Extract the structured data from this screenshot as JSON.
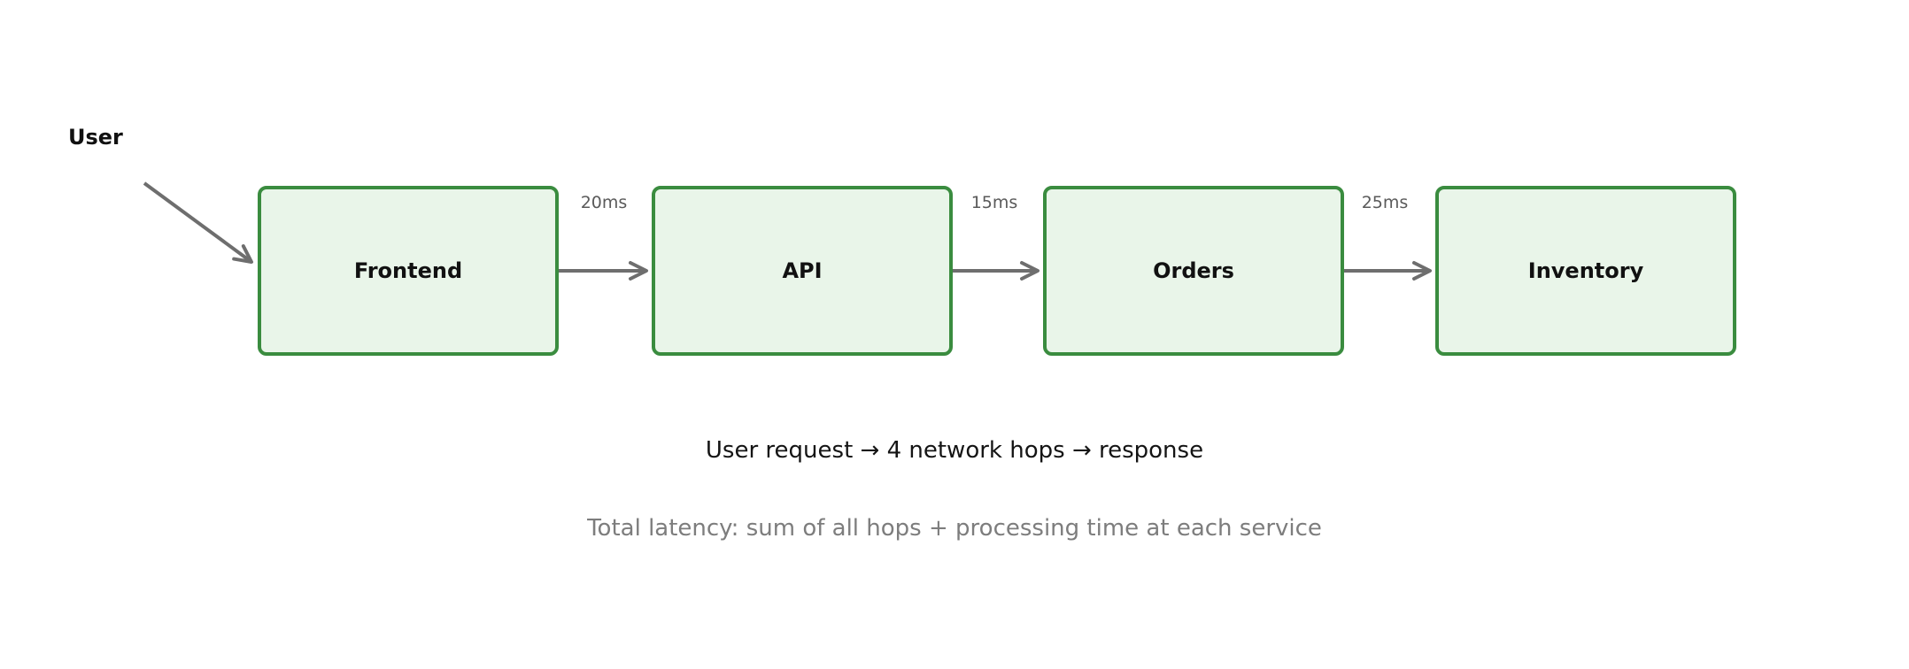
{
  "diagram": {
    "user_label": "User",
    "nodes": [
      {
        "id": "frontend",
        "label": "Frontend"
      },
      {
        "id": "api",
        "label": "API"
      },
      {
        "id": "orders",
        "label": "Orders"
      },
      {
        "id": "inventory",
        "label": "Inventory"
      }
    ],
    "hops": [
      {
        "from": "Frontend",
        "to": "API",
        "latency": "20ms"
      },
      {
        "from": "API",
        "to": "Orders",
        "latency": "15ms"
      },
      {
        "from": "Orders",
        "to": "Inventory",
        "latency": "25ms"
      }
    ],
    "entry_arrow": {
      "from": "User",
      "to": "Frontend"
    },
    "caption": "User request → 4 network hops → response",
    "subcaption": "Total latency: sum of all hops + processing time at each service",
    "colors": {
      "node_fill": "#e9f5e9",
      "node_border": "#3a8c3f",
      "arrow": "#6e6e6e",
      "hop_label": "#5a5a5a",
      "caption": "#141414",
      "subcaption": "#7d7d7d"
    }
  }
}
